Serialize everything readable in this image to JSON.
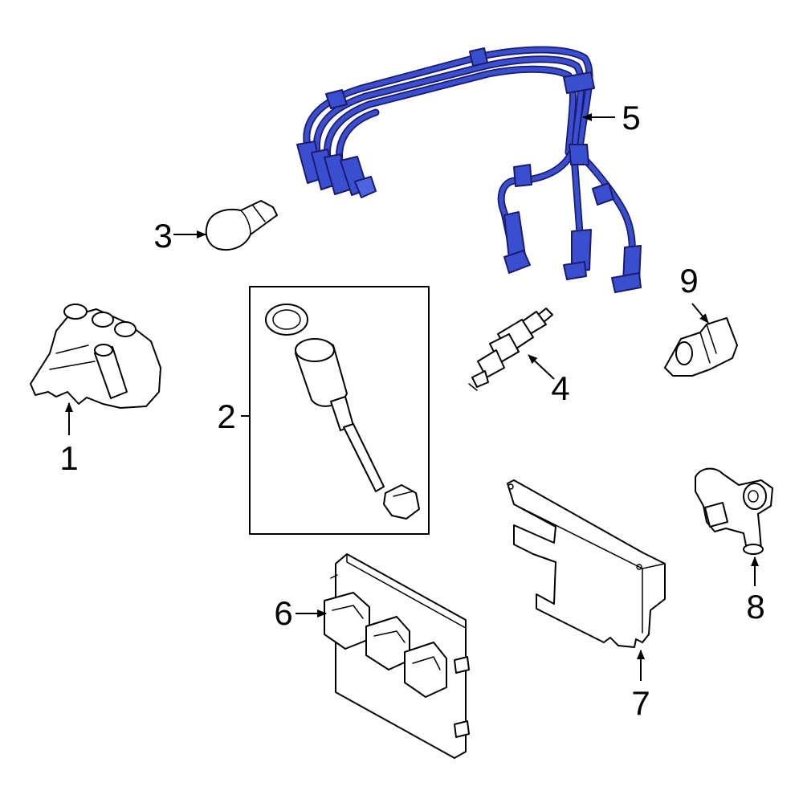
{
  "diagram": {
    "callouts": [
      {
        "id": "1",
        "label": "1"
      },
      {
        "id": "2",
        "label": "2"
      },
      {
        "id": "3",
        "label": "3"
      },
      {
        "id": "4",
        "label": "4"
      },
      {
        "id": "5",
        "label": "5"
      },
      {
        "id": "6",
        "label": "6"
      },
      {
        "id": "7",
        "label": "7"
      },
      {
        "id": "8",
        "label": "8"
      },
      {
        "id": "9",
        "label": "9"
      }
    ],
    "colors": {
      "highlight_part": "#3a4fd0",
      "highlight_outline": "#1b1b6e",
      "line_art": "#000000",
      "background": "#ffffff"
    }
  }
}
